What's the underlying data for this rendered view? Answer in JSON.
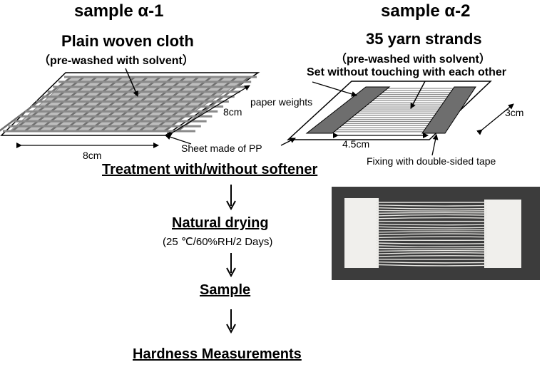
{
  "sample_a": {
    "title": "sample α-1",
    "heading": "Plain woven cloth",
    "note": "（pre-washed with solvent）",
    "dim_width": "8cm",
    "dim_depth": "8cm"
  },
  "sample_b": {
    "title": "sample α-2",
    "heading": "35 yarn strands",
    "note": "（pre-washed with solvent）",
    "note2": "Set without touching with each other",
    "label_weights": "paper weights",
    "dim_length": "3cm",
    "dim_span": "4.5cm",
    "label_tape": "Fixing with double-sided tape"
  },
  "label_sheet": "Sheet made of PP",
  "flow": {
    "step1": "Treatment with/without softener",
    "step2": "Natural drying",
    "step2_note": "(25 ℃/60%RH/2 Days)",
    "step3": "Sample",
    "step4": "Hardness Measurements"
  },
  "colors": {
    "line": "#000000",
    "cloth": "#9a9a9a",
    "weight": "#6e6e6e",
    "photo_bg": "#3c3c3c",
    "photo_sample": "#f0efec"
  }
}
